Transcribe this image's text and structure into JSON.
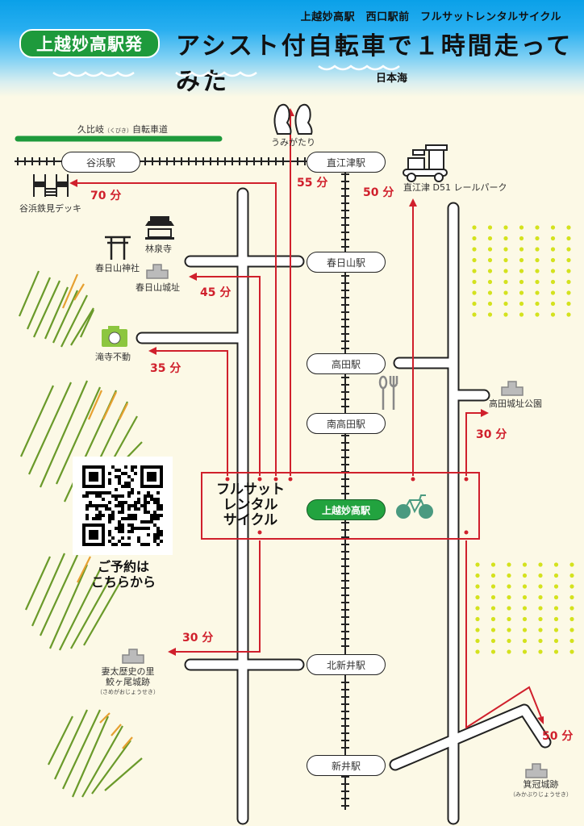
{
  "header": {
    "subtitle": "上越妙高駅　西口駅前　フルサットレンタルサイクル",
    "badge": "上越妙高駅発",
    "title": "アシスト付自転車で１時間走ってみた",
    "sea_label": "日本海"
  },
  "cycle_road": {
    "label": "久比岐",
    "reading": "（くびき）",
    "suffix": "自転車道"
  },
  "stations": [
    {
      "name": "谷浜駅"
    },
    {
      "name": "直江津駅"
    },
    {
      "name": "春日山駅"
    },
    {
      "name": "高田駅"
    },
    {
      "name": "南高田駅"
    },
    {
      "name": "上越妙高駅"
    },
    {
      "name": "北新井駅"
    },
    {
      "name": "新井駅"
    }
  ],
  "spots": [
    {
      "name": "谷浜鉄見デッキ",
      "icon": "deck-icon"
    },
    {
      "name": "うみがたり",
      "icon": "penguin-icon"
    },
    {
      "name": "直江津 D51 レールパーク",
      "icon": "train-icon"
    },
    {
      "name": "林泉寺",
      "icon": "temple-icon"
    },
    {
      "name": "春日山神社",
      "icon": "torii-icon"
    },
    {
      "name": "春日山城址",
      "icon": "castle-icon"
    },
    {
      "name": "滝寺不動",
      "icon": "camera-icon"
    },
    {
      "name": "高田城址公園",
      "icon": "castle-icon"
    },
    {
      "name": "妻太歴史の里",
      "line2": "鮫ヶ尾城跡",
      "reading": "（さめがおじょうせき）",
      "icon": "castle-icon"
    },
    {
      "name": "箕冠城跡",
      "reading": "（みかぶりじょうせき）",
      "icon": "castle-icon"
    }
  ],
  "routes": [
    {
      "destination": "谷浜鉄見デッキ",
      "time": "70 分"
    },
    {
      "destination": "うみがたり",
      "time": "55 分"
    },
    {
      "destination": "直江津 D51 レールパーク",
      "time": "50 分"
    },
    {
      "destination": "春日山城址",
      "time": "45 分"
    },
    {
      "destination": "滝寺不動",
      "time": "35 分"
    },
    {
      "destination": "高田城址公園",
      "time": "30 分"
    },
    {
      "destination": "鮫ヶ尾城跡",
      "time": "30 分"
    },
    {
      "destination": "箕冠城跡",
      "time": "50 分"
    }
  ],
  "rental": {
    "line1": "フルサット",
    "line2": "レンタル",
    "line3": "サイクル"
  },
  "reserve": {
    "line1": "ご予約は",
    "line2": "こちらから"
  },
  "colors": {
    "route": "#d0202c",
    "station_main": "#22a33f",
    "cycle_road": "#1e9a3c",
    "dots": "#d4e21e"
  }
}
